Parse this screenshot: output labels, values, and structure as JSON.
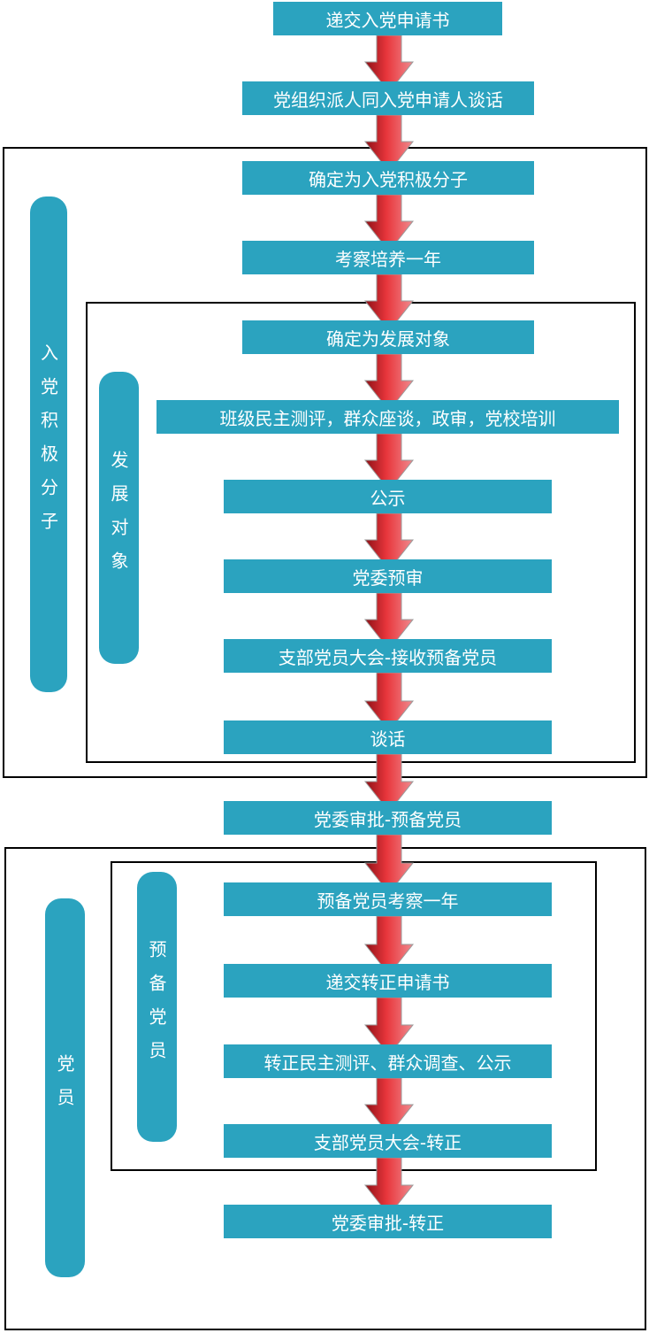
{
  "steps": [
    "递交入党申请书",
    "党组织派人同入党申请人谈话",
    "确定为入党积极分子",
    "考察培养一年",
    "确定为发展对象",
    "班级民主测评，群众座谈，政审，党校培训",
    "公示",
    "党委预审",
    "支部党员大会-接收预备党员",
    "谈话",
    "党委审批-预备党员",
    "预备党员考察一年",
    "递交转正申请书",
    "转正民主测评、群众调查、公示",
    "支部党员大会-转正",
    "党委审批-转正"
  ],
  "stages": {
    "activist": "入党积极分子",
    "candidate": "发展对象",
    "probationary": "预备党员",
    "member": "党员"
  },
  "colors": {
    "box": "#2ba3bf",
    "arrow": "#d8232a",
    "text": "#ffffff"
  }
}
